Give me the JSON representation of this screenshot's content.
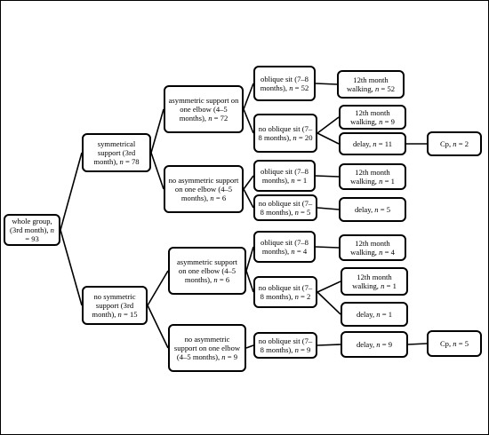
{
  "nodes": {
    "root": {
      "text": "whole group, (3rd month),",
      "n": "93"
    },
    "sym": {
      "text": "symmetrical support (3rd month),",
      "n": "78"
    },
    "nosym": {
      "text": "no symmetric support (3rd month),",
      "n": "15"
    },
    "asym1": {
      "text": "asymmetric support on one elbow (4–5 months),",
      "n": "72"
    },
    "noasym1": {
      "text": "no asymmetric support on one elbow (4–5 months),",
      "n": "6"
    },
    "asym2": {
      "text": "asymmetric support on one elbow (4–5 months),",
      "n": "6"
    },
    "noasym2": {
      "text": "no asymmetric support on one elbow (4–5 months),",
      "n": "9"
    },
    "os1": {
      "text": "oblique sit (7–8 months),",
      "n": "52"
    },
    "nos1": {
      "text": "no oblique sit (7–8 months),",
      "n": "20"
    },
    "os2": {
      "text": "oblique sit (7–8 months),",
      "n": "1"
    },
    "nos2": {
      "text": "no oblique sit (7–8 months),",
      "n": "5"
    },
    "os3": {
      "text": "oblique sit (7–8 months),",
      "n": "4"
    },
    "nos3": {
      "text": "no oblique sit (7–8 months),",
      "n": "2"
    },
    "nos4": {
      "text": "no oblique sit (7–8 months),",
      "n": "9"
    },
    "w1": {
      "text": "12th month walking,",
      "n": "52"
    },
    "w2": {
      "text": "12th month walking,",
      "n": "9"
    },
    "d1": {
      "text": "delay,",
      "n": "11"
    },
    "w3": {
      "text": "12th month walking,",
      "n": "1"
    },
    "d2": {
      "text": "delay,",
      "n": "5"
    },
    "w4": {
      "text": "12th month walking,",
      "n": "4"
    },
    "w5": {
      "text": "12th month walking,",
      "n": "1"
    },
    "d3": {
      "text": "delay,",
      "n": "1"
    },
    "d4": {
      "text": "delay,",
      "n": "9"
    },
    "cp1": {
      "text": "Cp,",
      "n": "2"
    },
    "cp2": {
      "text": "Cp,",
      "n": "5"
    }
  },
  "n_symbol": "n",
  "equals": "="
}
